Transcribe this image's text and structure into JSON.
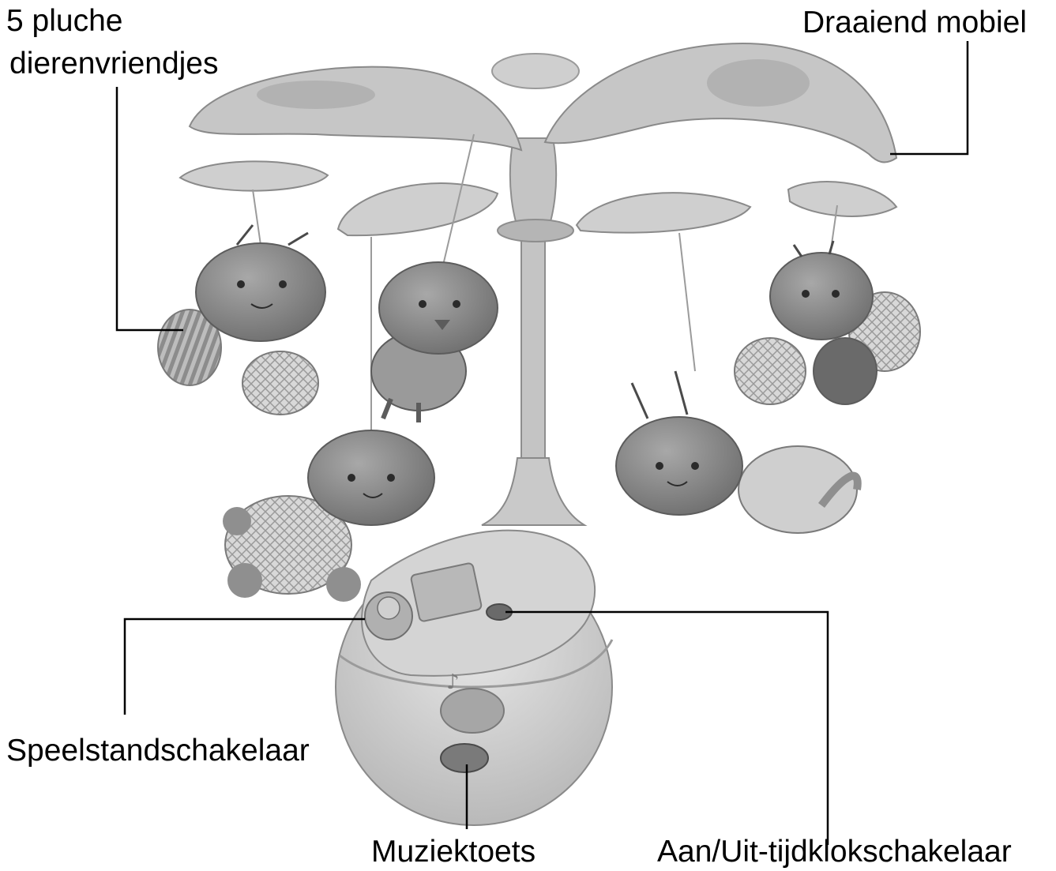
{
  "labels": {
    "plush_line1": "5 pluche",
    "plush_line2": "dierenvriendjes",
    "rotating_mobile": "Draaiend mobiel",
    "play_mode_switch": "Speelstandschakelaar",
    "music_button": "Muziektoets",
    "on_off_timer_switch": "Aan/Uit-tijdklokschakelaar"
  },
  "colors": {
    "ink": "#000000",
    "toy_light": "#c9c9c9",
    "toy_mid": "#9d9d9d",
    "toy_dark": "#5c5c5c",
    "background": "#ffffff"
  }
}
